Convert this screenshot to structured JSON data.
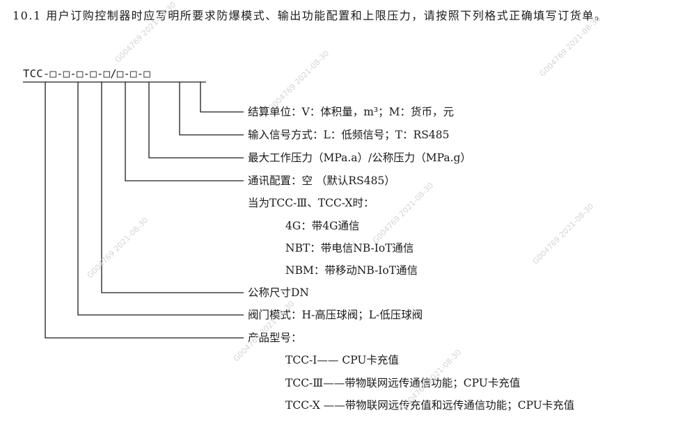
{
  "intro": "10.1 用户订购控制器时应写明所要求防爆模式、输出功能配置和上限压力，请按照下列格式正确填写订货单。",
  "code": "TCC-□-□-□-□-□/□-□-□",
  "labels": {
    "settlement_unit": "结算单位：V：体积量，m³；M：货币，元",
    "input_signal": "输入信号方式：L：低频信号；T：RS485",
    "pressure": "最大工作压力（MPa.a）/公称压力（MPa.g）",
    "communication": "通讯配置：空 （默认RS485）",
    "comm_condition": "当为TCC-Ⅲ、TCC-X时：",
    "comm_4g": "4G：带4G通信",
    "comm_nbt": "NBT：带电信NB-IoT通信",
    "comm_nbm": "NBM：带移动NB-IoT通信",
    "nominal_size": "公称尺寸DN",
    "valve_mode": "阀门模式：H-高压球阀；L-低压球阀",
    "product_model": "产品型号：",
    "model_i": "TCC-Ⅰ—— CPU卡充值",
    "model_iii": "TCC-Ⅲ——带物联网远传通信功能；CPU卡充值",
    "model_x": "TCC-X ——带物联网远传充值和远传通信功能；CPU卡充值"
  },
  "watermark": "G004769 2021-08-30",
  "colors": {
    "text": "#1a1a1a",
    "watermark": "#d4d4d4"
  }
}
